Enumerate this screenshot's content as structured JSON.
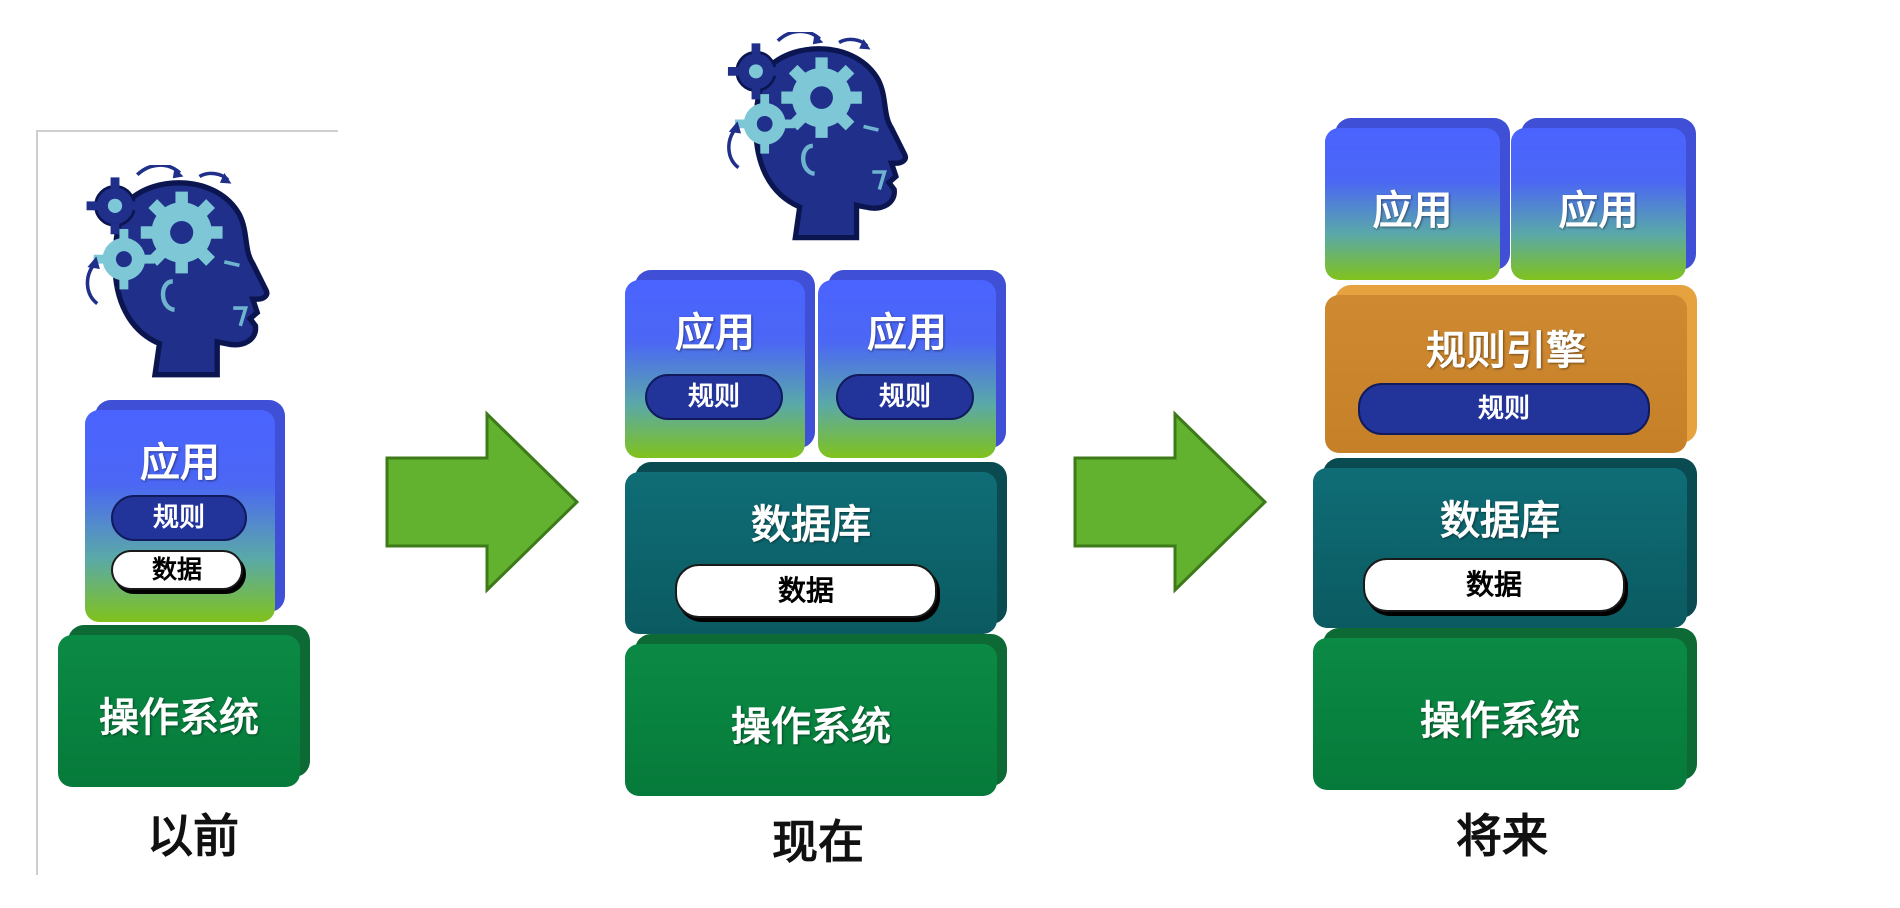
{
  "columns": [
    {
      "caption": "以前",
      "app": {
        "label": "应用",
        "rule": "规则",
        "data": "数据"
      },
      "os": {
        "label": "操作系统"
      }
    },
    {
      "caption": "现在",
      "apps": [
        {
          "label": "应用",
          "rule": "规则"
        },
        {
          "label": "应用",
          "rule": "规则"
        }
      ],
      "db": {
        "label": "数据库",
        "data": "数据"
      },
      "os": {
        "label": "操作系统"
      }
    },
    {
      "caption": "将来",
      "apps": [
        {
          "label": "应用"
        },
        {
          "label": "应用"
        }
      ],
      "engine": {
        "label": "规则引擎",
        "rule": "规则"
      },
      "db": {
        "label": "数据库",
        "data": "数据"
      },
      "os": {
        "label": "操作系统"
      }
    }
  ],
  "icons": {
    "head": "thinking-head-gears-icon",
    "arrow": "right-arrow-icon"
  },
  "colors": {
    "app_top": "#4a63ff",
    "app_bottom": "#80c21c",
    "os": "#067a3a",
    "db": "#0b5a61",
    "engine": "#c68028",
    "rule_pill": "#22339a",
    "arrow": "#62b22f",
    "head": "#1f2f8a",
    "gear": "#7ec7d6"
  }
}
